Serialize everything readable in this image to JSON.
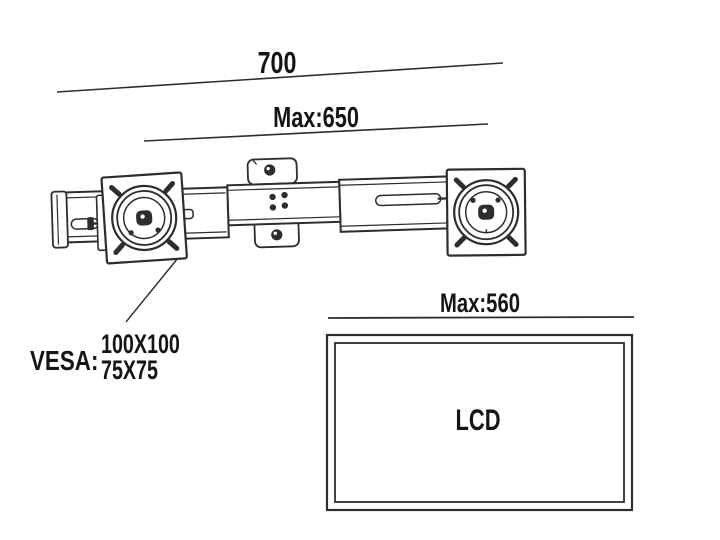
{
  "figure": {
    "type": "technical-line-drawing",
    "subject": "dual-monitor wall mount bracket with LCD screen size reference",
    "background_color": "#ffffff",
    "line_color": "#2d2d2d",
    "text_color": "#151515",
    "dimensions": {
      "overall_width": "700",
      "max_mount_span": "Max:650",
      "max_screen_width": "Max:560"
    },
    "vesa": {
      "prefix": "VESA:",
      "size_primary": "100X100",
      "size_secondary": "75X75"
    },
    "screen_label": "LCD"
  }
}
